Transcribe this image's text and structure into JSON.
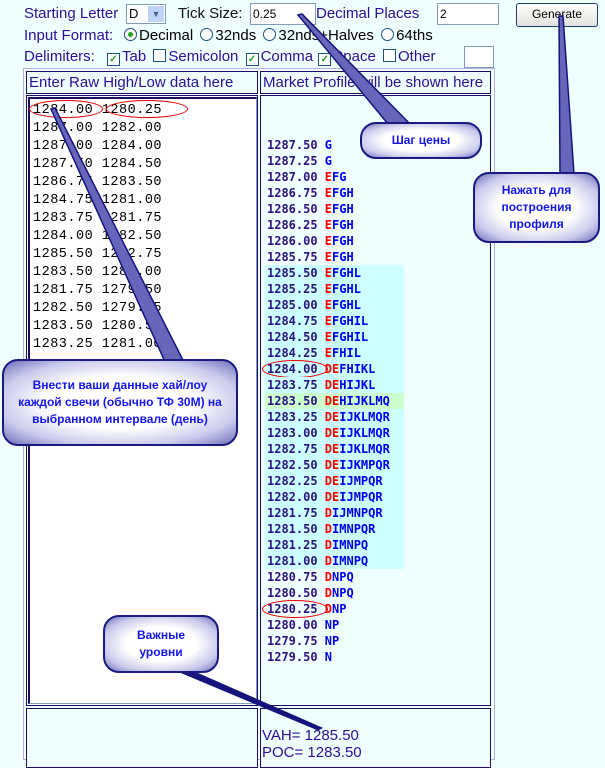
{
  "controls": {
    "starting_letter_label": "Starting Letter",
    "starting_letter_value": "D",
    "tick_size_label": "Tick Size:",
    "tick_size_value": "0.25",
    "decimal_places_label": "Decimal Places",
    "decimal_places_value": "2",
    "generate_label": "Generate",
    "input_format_label": "Input Format:",
    "formats": [
      {
        "label": "Decimal",
        "selected": true
      },
      {
        "label": "32nds",
        "selected": false
      },
      {
        "label": "32nds+Halves",
        "selected": false
      },
      {
        "label": "64ths",
        "selected": false
      }
    ],
    "delimiters_label": "Delimiters:",
    "delimiters": [
      {
        "label": "Tab",
        "checked": true
      },
      {
        "label": "Semicolon",
        "checked": false
      },
      {
        "label": "Comma",
        "checked": true
      },
      {
        "label": "Space",
        "checked": true
      },
      {
        "label": "Other",
        "checked": false
      }
    ],
    "other_value": ""
  },
  "table": {
    "left_header": "Enter Raw High/Low data here",
    "right_header": "Market Profile will be shown here",
    "raw_data": "1284.00 1280.25\n1287.00 1282.00\n1287.00 1284.00\n1287.50 1284.50\n1286.75 1283.50\n1284.75 1281.00\n1283.75 1281.75\n1284.00 1282.50\n1285.50 1282.75\n1283.50 1281.00\n1281.75 1279.50\n1282.50 1279.75\n1283.50 1280.50\n1283.25 1281.00",
    "profile": [
      {
        "price": "1287.50",
        "red": "",
        "blue": "G",
        "zone": ""
      },
      {
        "price": "1287.25",
        "red": "",
        "blue": "G",
        "zone": ""
      },
      {
        "price": "1287.00",
        "red": "E",
        "blue": "FG",
        "zone": ""
      },
      {
        "price": "1286.75",
        "red": "E",
        "blue": "FGH",
        "zone": ""
      },
      {
        "price": "1286.50",
        "red": "E",
        "blue": "FGH",
        "zone": ""
      },
      {
        "price": "1286.25",
        "red": "E",
        "blue": "FGH",
        "zone": ""
      },
      {
        "price": "1286.00",
        "red": "E",
        "blue": "FGH",
        "zone": ""
      },
      {
        "price": "1285.75",
        "red": "E",
        "blue": "FGH",
        "zone": ""
      },
      {
        "price": "1285.50",
        "red": "E",
        "blue": "FGHL",
        "zone": "va"
      },
      {
        "price": "1285.25",
        "red": "E",
        "blue": "FGHL",
        "zone": "va"
      },
      {
        "price": "1285.00",
        "red": "E",
        "blue": "FGHL",
        "zone": "va"
      },
      {
        "price": "1284.75",
        "red": "E",
        "blue": "FGHIL",
        "zone": "va"
      },
      {
        "price": "1284.50",
        "red": "E",
        "blue": "FGHIL",
        "zone": "va"
      },
      {
        "price": "1284.25",
        "red": "E",
        "blue": "FHIL",
        "zone": "va"
      },
      {
        "price": "1284.00",
        "red": "DE",
        "blue": "FHIKL",
        "zone": "va",
        "circled": true
      },
      {
        "price": "1283.75",
        "red": "DE",
        "blue": "HIJKL",
        "zone": "va"
      },
      {
        "price": "1283.50",
        "red": "DE",
        "blue": "HIJKLMQ",
        "zone": "poc"
      },
      {
        "price": "1283.25",
        "red": "DE",
        "blue": "IJKLMQR",
        "zone": "va"
      },
      {
        "price": "1283.00",
        "red": "DE",
        "blue": "IJKLMQR",
        "zone": "va"
      },
      {
        "price": "1282.75",
        "red": "DE",
        "blue": "IJKLMQR",
        "zone": "va"
      },
      {
        "price": "1282.50",
        "red": "DE",
        "blue": "IJKMPQR",
        "zone": "va"
      },
      {
        "price": "1282.25",
        "red": "DE",
        "blue": "IJMPQR",
        "zone": "va"
      },
      {
        "price": "1282.00",
        "red": "DE",
        "blue": "IJMPQR",
        "zone": "va"
      },
      {
        "price": "1281.75",
        "red": "D",
        "blue": "IJMNPQR",
        "zone": "va"
      },
      {
        "price": "1281.50",
        "red": "D",
        "blue": "IMNPQR",
        "zone": "va"
      },
      {
        "price": "1281.25",
        "red": "D",
        "blue": "IMNPQ",
        "zone": "va"
      },
      {
        "price": "1281.00",
        "red": "D",
        "blue": "IMNPQ",
        "zone": "va"
      },
      {
        "price": "1280.75",
        "red": "D",
        "blue": "NPQ",
        "zone": ""
      },
      {
        "price": "1280.50",
        "red": "D",
        "blue": "NPQ",
        "zone": ""
      },
      {
        "price": "1280.25",
        "red": "D",
        "blue": "NP",
        "zone": "",
        "circled": true
      },
      {
        "price": "1280.00",
        "red": "",
        "blue": "NP",
        "zone": ""
      },
      {
        "price": "1279.75",
        "red": "",
        "blue": "NP",
        "zone": ""
      },
      {
        "price": "1279.50",
        "red": "",
        "blue": "N",
        "zone": ""
      }
    ],
    "vah": "VAH= 1285.50",
    "poc": "POC= 1283.50"
  },
  "callouts": {
    "tick": "Шаг цены",
    "generate": "Нажать для построения профиля",
    "input": "Внести ваши данные хай/лоу каждой свечи (обычно ТФ 30М) на выбранном интервале (день)",
    "levels": "Важные уровни"
  },
  "colors": {
    "va": "#ccffff",
    "poc": "#ccffcc",
    "red": "#ff0000",
    "blue": "#0000ee"
  }
}
